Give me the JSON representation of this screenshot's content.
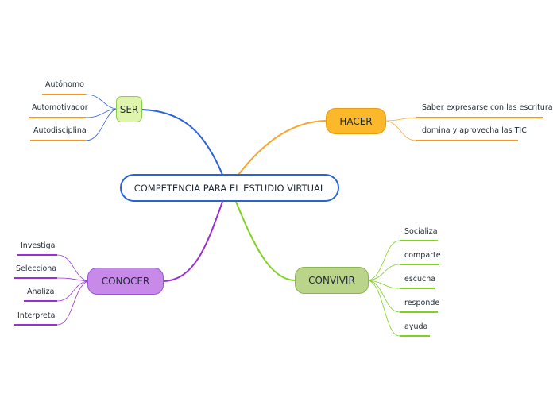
{
  "central": {
    "label": "COMPETENCIA PARA EL ESTUDIO VIRTUAL"
  },
  "branches": {
    "ser": {
      "label": "SER",
      "color": "#f7941d",
      "items": [
        "Autónomo",
        "Automotivador",
        "Autodisciplina"
      ]
    },
    "hacer": {
      "label": "HACER",
      "color": "#f7941d",
      "items": [
        "Saber expresarse con las escritura",
        "domina y aprovecha las TIC"
      ]
    },
    "conocer": {
      "label": "CONOCER",
      "color": "#9b2fd6",
      "items": [
        "Investiga",
        "Selecciona",
        "Analiza",
        "Interpreta"
      ]
    },
    "convivir": {
      "label": "CONVIVIR",
      "color": "#7ed321",
      "items": [
        "Socializa",
        "comparte",
        "escucha",
        "responde",
        "ayuda"
      ]
    }
  },
  "colors": {
    "central_border": "#2a63d6",
    "ser_fill": "#dff5ad",
    "hacer_fill": "#fcb82b",
    "conocer_fill": "#c78ae8",
    "convivir_fill": "#bad58a",
    "link_ser": "#2a63d6",
    "link_hacer": "#f7a531",
    "link_conocer": "#9b2fd6",
    "link_convivir": "#7ed321"
  }
}
